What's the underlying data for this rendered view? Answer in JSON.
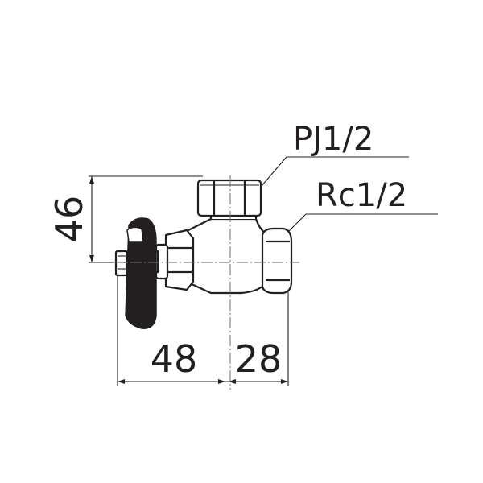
{
  "dimensions": {
    "height_label": "46",
    "left_width_label": "48",
    "right_width_label": "28"
  },
  "specs": {
    "top_connection": "PJ1/2",
    "right_connection": "Rc1/2"
  },
  "colors": {
    "line": "#231f20",
    "background": "#ffffff"
  }
}
